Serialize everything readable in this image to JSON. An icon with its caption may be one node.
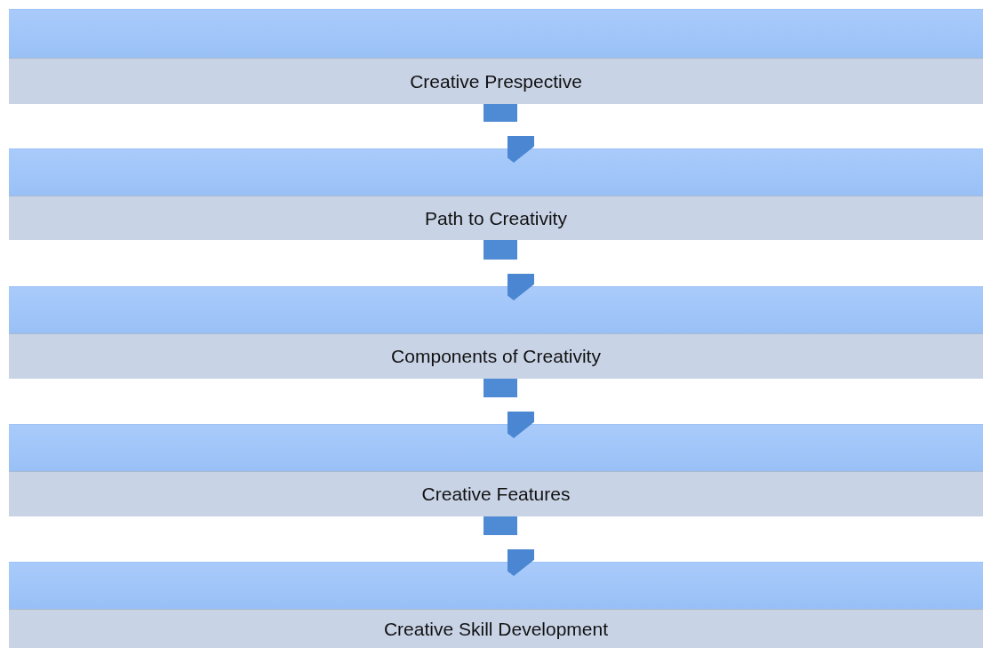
{
  "diagram": {
    "nodes": [
      {
        "text": [
          "Creative Prespective"
        ]
      },
      {
        "text": [
          "Path to Creativity"
        ]
      },
      {
        "text": [
          "Components of Creativity"
        ]
      },
      {
        "text": [
          "Creative Features"
        ]
      },
      {
        "text": [
          "Creative Skill Development"
        ]
      }
    ],
    "edges": [
      {
        "from": 0,
        "to": 1,
        "arrow": "to"
      },
      {
        "from": 1,
        "to": 2,
        "arrow": "to"
      },
      {
        "from": 2,
        "to": 3,
        "arrow": "to"
      },
      {
        "from": 3,
        "to": 4,
        "arrow": "to"
      }
    ]
  }
}
